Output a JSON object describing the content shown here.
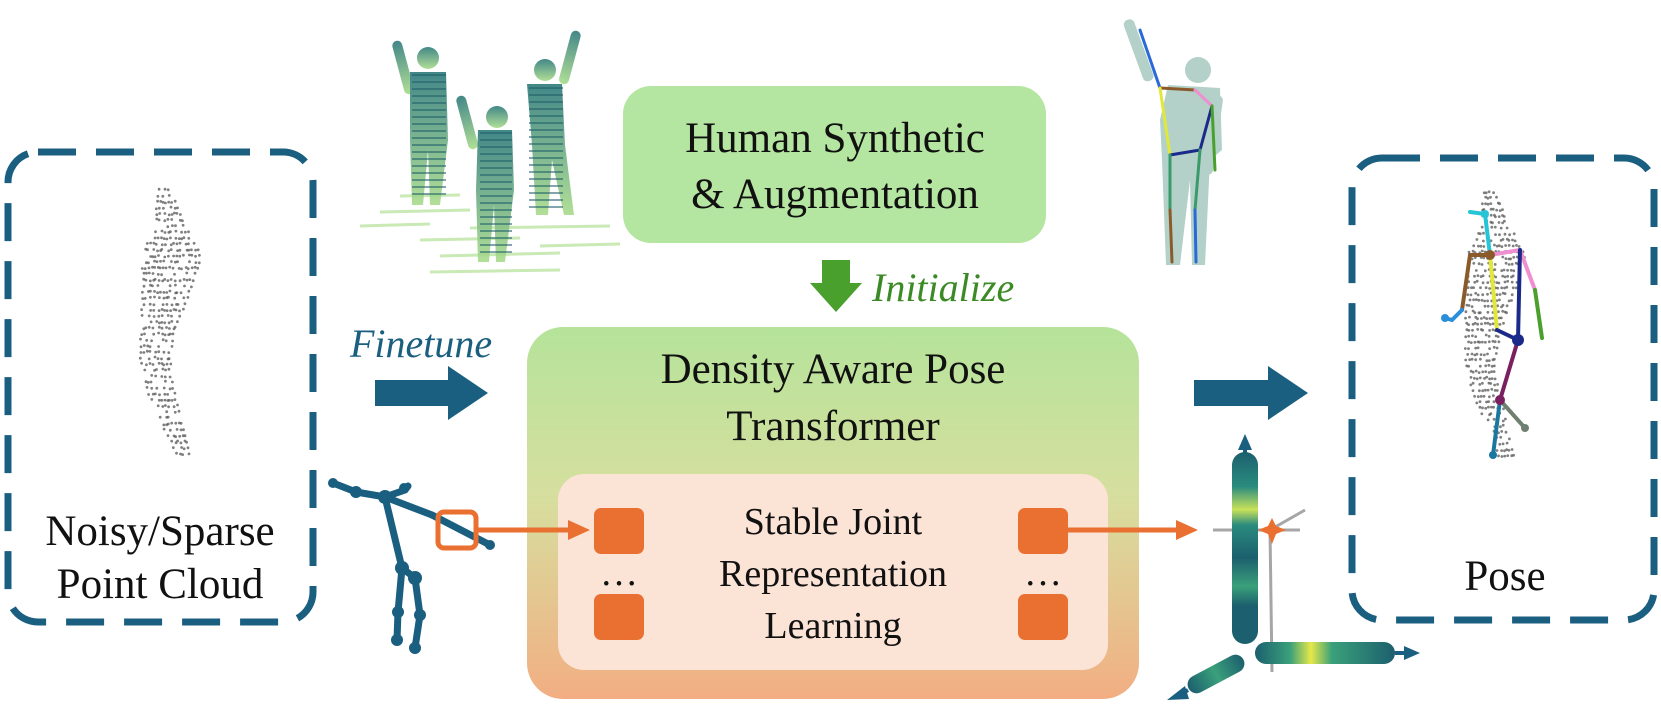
{
  "input_panel": {
    "label_line1": "Noisy/Sparse",
    "label_line2": "Point Cloud"
  },
  "output_panel": {
    "label": "Pose"
  },
  "synthetic_box": {
    "line1": "Human Synthetic",
    "line2": "& Augmentation"
  },
  "initialize": {
    "label": "Initialize"
  },
  "finetune": {
    "label": "Finetune"
  },
  "transformer": {
    "line1": "Density Aware Pose",
    "line2": "Transformer"
  },
  "joint_module": {
    "line1": "Stable Joint",
    "line2": "Representation",
    "line3": "Learning"
  },
  "ellipsis": "…",
  "colors": {
    "panel_border": "#1a5e80",
    "flow_arrow": "#1a5e80",
    "init_arrow": "#4aa02c",
    "init_text": "#3b8a26",
    "finetune_text": "#1a5e80",
    "joint_token": "#ea7031",
    "synthetic_fill": "#b5e6a1",
    "transformer_top": "#b5e39a",
    "transformer_bottom": "#f2ae82",
    "joint_module_fill": "#fbe3d6"
  },
  "icons": [
    "point-cloud",
    "synthetic-human-scans",
    "skeleton-mesh",
    "stick-skeleton",
    "pose-skeleton",
    "axis-distribution"
  ]
}
